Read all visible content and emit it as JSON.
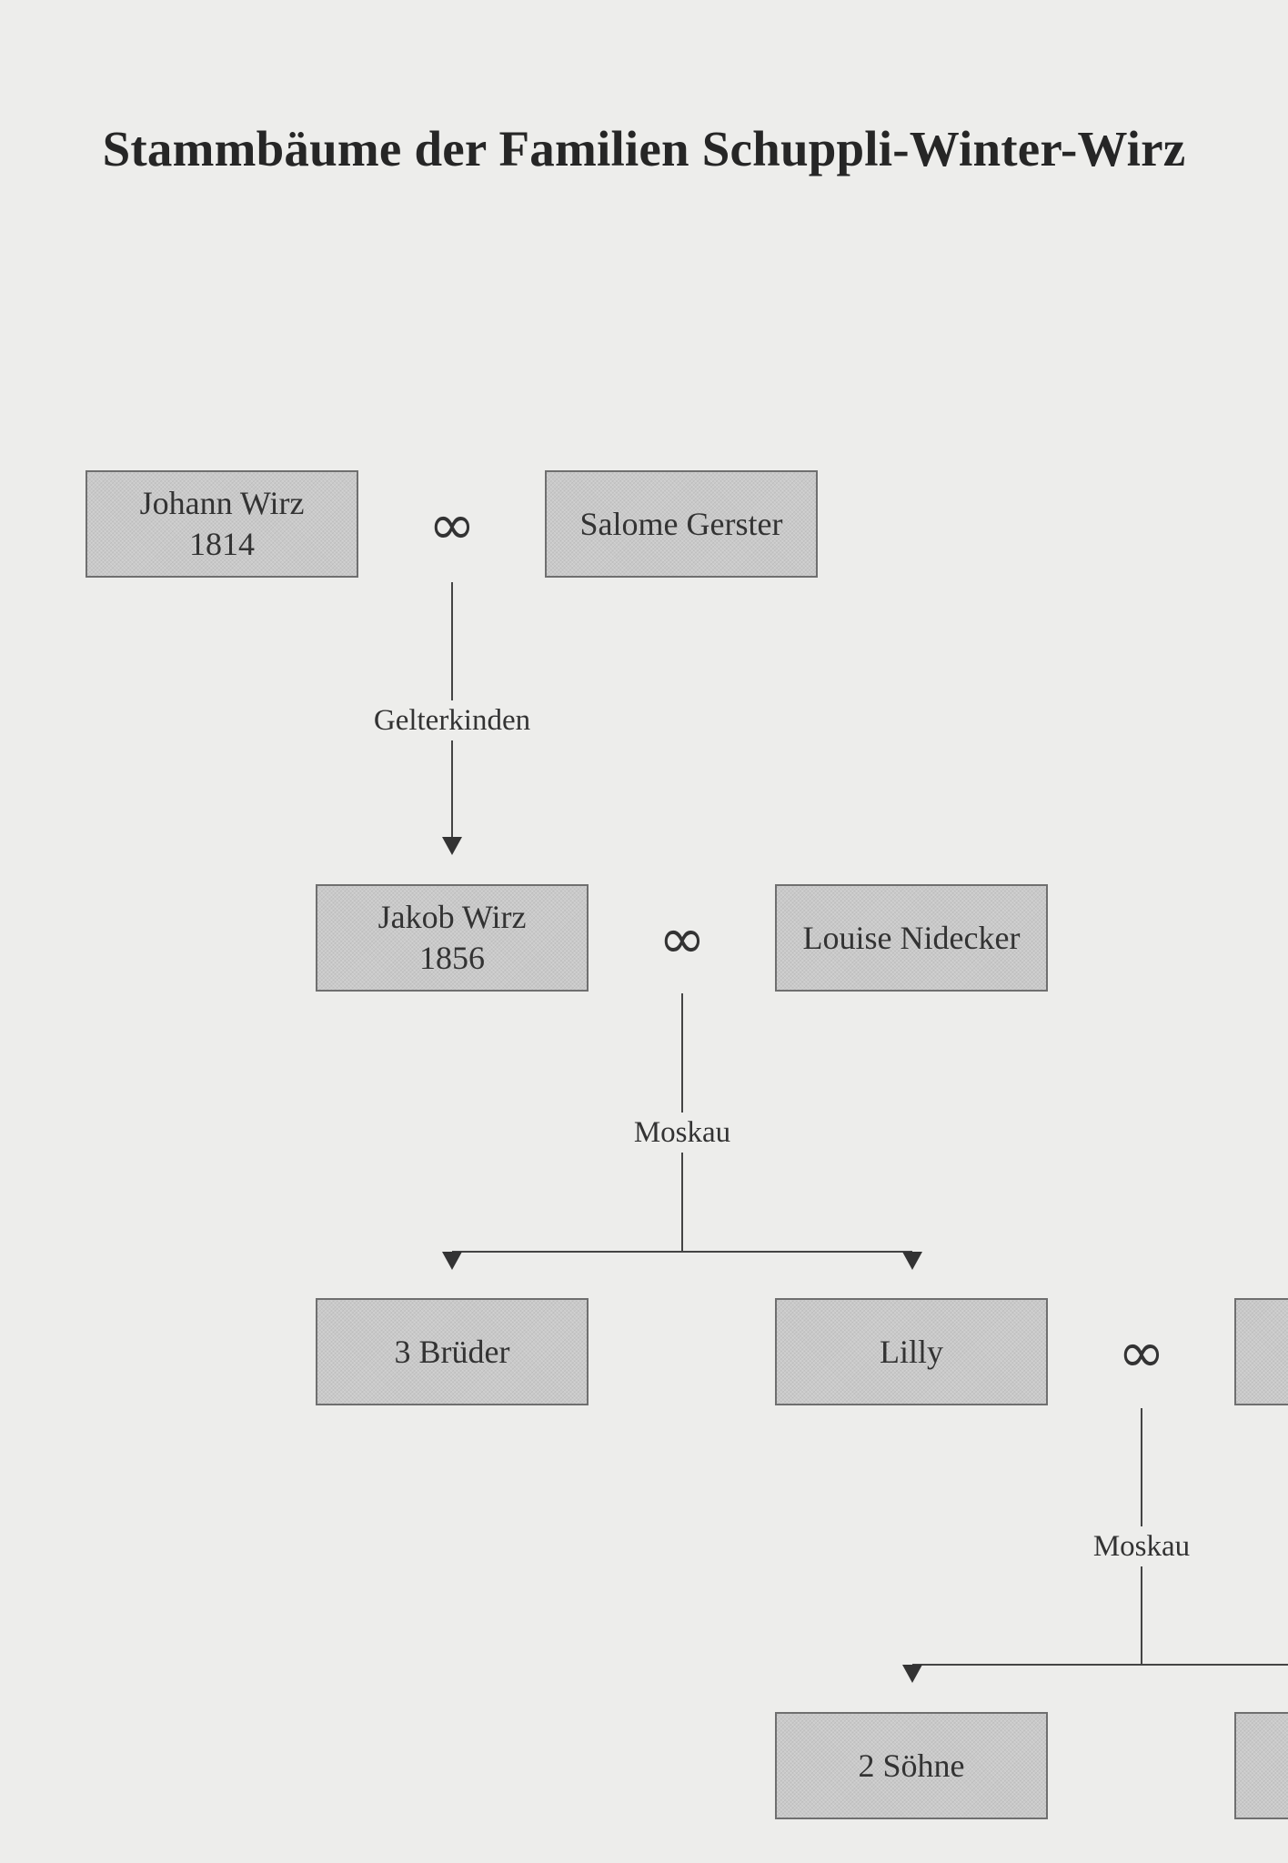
{
  "title": "Stammbäume der Familien Schuppli-Winter-Wirz",
  "persons": {
    "johann": {
      "name": "Johann Wirz",
      "year": "1814"
    },
    "salome": {
      "name": "Salome Gerster"
    },
    "jakob": {
      "name": "Jakob Wirz",
      "year": "1856"
    },
    "louise": {
      "name": "Louise Nidecker"
    },
    "brueder": {
      "name": "3 Brüder"
    },
    "lilly": {
      "name": "Lilly"
    },
    "soehne": {
      "name": "2 Söhne"
    }
  },
  "marriage_symbol": "∞",
  "places": {
    "gen1": "Gelterkinden",
    "gen2": "Moskau",
    "gen3": "Moskau"
  },
  "colors": {
    "background": "#ededeb",
    "box_fill": "#c9c9c9",
    "box_border": "#6f6f6f",
    "line": "#444444"
  }
}
